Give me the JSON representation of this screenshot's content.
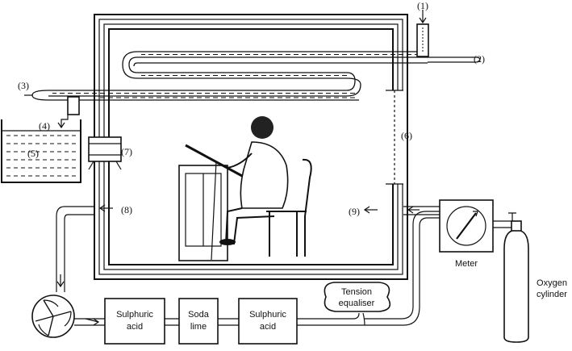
{
  "callouts": {
    "c1": "(1)",
    "c2": "(2)",
    "c3": "(3)",
    "c4": "(4)",
    "c5": "(5)",
    "c6": "(6)",
    "c7": "(7)",
    "c8": "(8)",
    "c9": "(9)"
  },
  "components": {
    "sulphuric_acid_1": [
      "Sulphuric",
      "acid"
    ],
    "soda_lime": [
      "Soda",
      "lime"
    ],
    "sulphuric_acid_2": [
      "Sulphuric",
      "acid"
    ],
    "tension_equaliser": [
      "Tension",
      "equaliser"
    ],
    "meter": "Meter",
    "oxygen_cylinder": [
      "Oxygen",
      "cylinder"
    ]
  }
}
